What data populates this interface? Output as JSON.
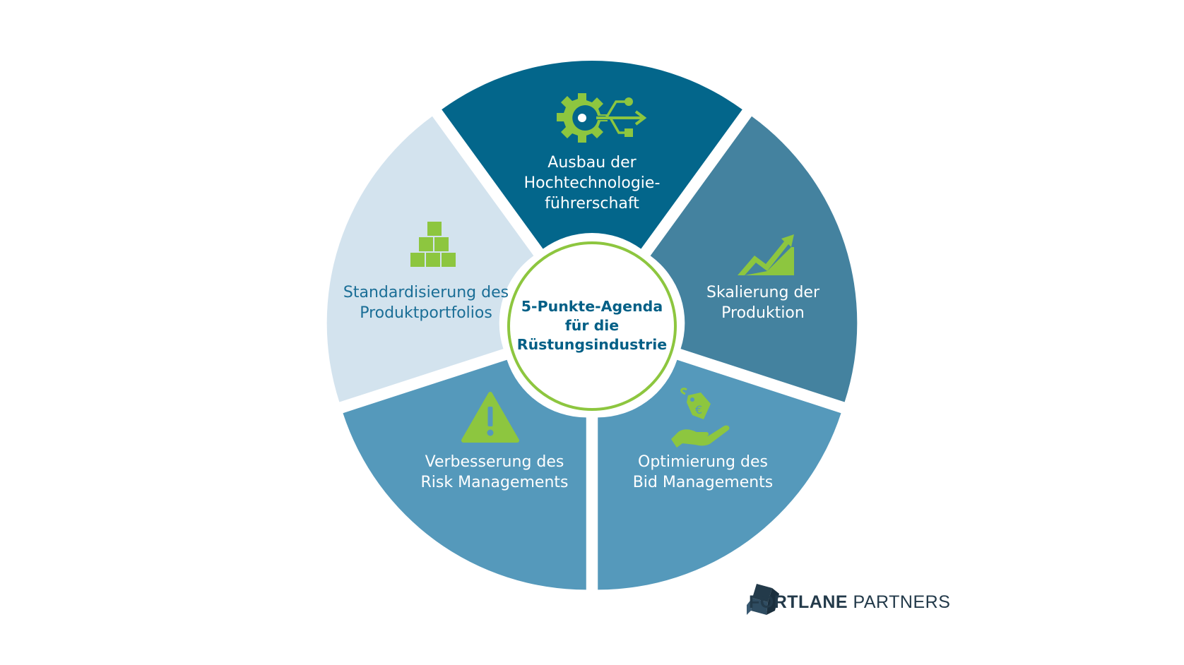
{
  "diagram": {
    "center_label": "5-Punkte-Agenda\nfür die\nRüstungsindustrie",
    "segments": [
      {
        "label": "Ausbau der\nHochtechnologie-\nführerschaft",
        "icon": "gear-usb-icon",
        "fill": "#03668b",
        "text_color": "#ffffff"
      },
      {
        "label": "Skalierung der\nProduktion",
        "icon": "growth-chart-icon",
        "fill": "#44829f",
        "text_color": "#ffffff"
      },
      {
        "label": "Optimierung des\nBid Managements",
        "icon": "hand-price-tag-icon",
        "fill": "#5599bb",
        "text_color": "#ffffff"
      },
      {
        "label": "Verbesserung des\nRisk Managements",
        "icon": "warning-icon",
        "fill": "#5599bb",
        "text_color": "#ffffff"
      },
      {
        "label": "Standardisierung des\nProduktportfolios",
        "icon": "stacked-boxes-icon",
        "fill": "#d3e3ee",
        "text_color": "#1a6e96"
      }
    ],
    "accent_color": "#8dc63f",
    "center_ring_color": "#8dc63f"
  },
  "logo": {
    "brand_bold": "FORTLANE",
    "brand_light": " PARTNERS",
    "color": "#233a4a"
  }
}
